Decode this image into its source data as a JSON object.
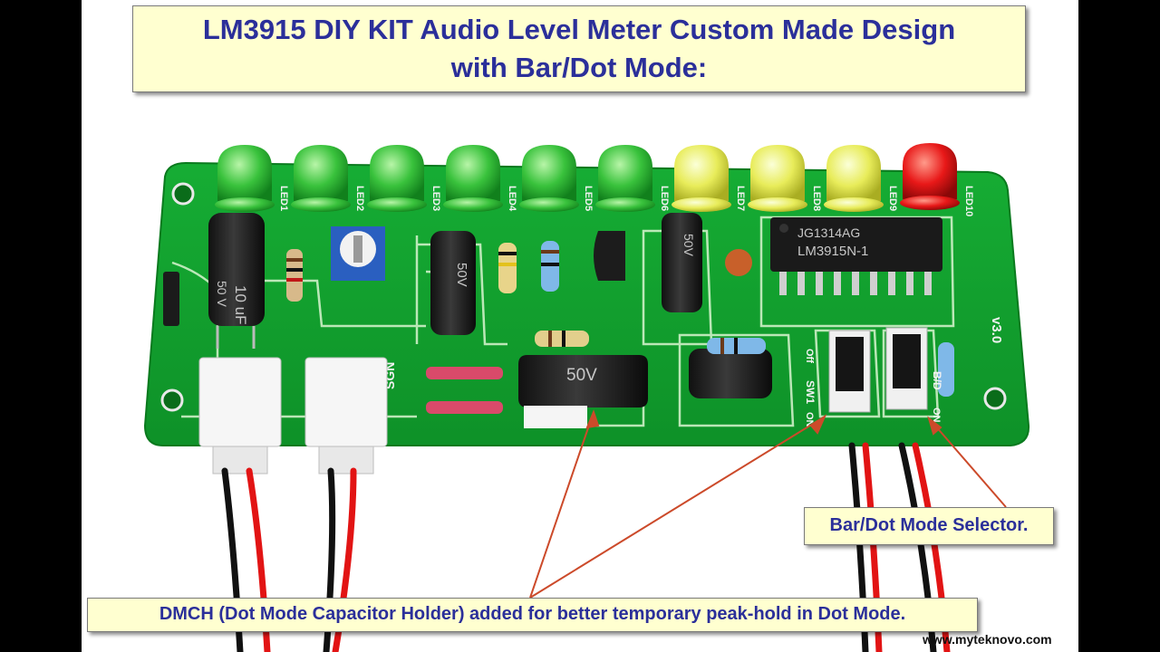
{
  "title": {
    "line1": "LM3915 DIY KIT Audio Level Meter Custom Made Design",
    "line2": "with Bar/Dot Mode:"
  },
  "callouts": {
    "mode_selector": "Bar/Dot Mode Selector.",
    "dmch": "DMCH (Dot Mode Capacitor Holder) added for better temporary peak-hold in Dot Mode."
  },
  "watermark": "www.myteknovo.com",
  "board": {
    "led_labels": [
      "LED1",
      "LED2",
      "LED3",
      "LED4",
      "LED5",
      "LED6",
      "LED7",
      "LED8",
      "LED9",
      "LED10"
    ],
    "led_colors": [
      "green",
      "green",
      "green",
      "green",
      "green",
      "green",
      "yellow",
      "yellow",
      "yellow",
      "red"
    ],
    "ic_line1": "JG1314AG",
    "ic_line2": "LM3915N-1",
    "version": "v3.0",
    "sw1_label": "SW1",
    "sw1_off": "Off",
    "sw1_on": "ON",
    "bd_label": "B/D",
    "bd_on": "ON",
    "sgn_label": "SGN",
    "cap_50v": "50V",
    "cap_10uf": "10 uF",
    "cap_50v_small": "50 V"
  },
  "colors": {
    "pcb": "#12a22e",
    "title_text": "#2b2f9a",
    "callout_bg": "#ffffd0",
    "arrow": "#cc4a2a"
  }
}
